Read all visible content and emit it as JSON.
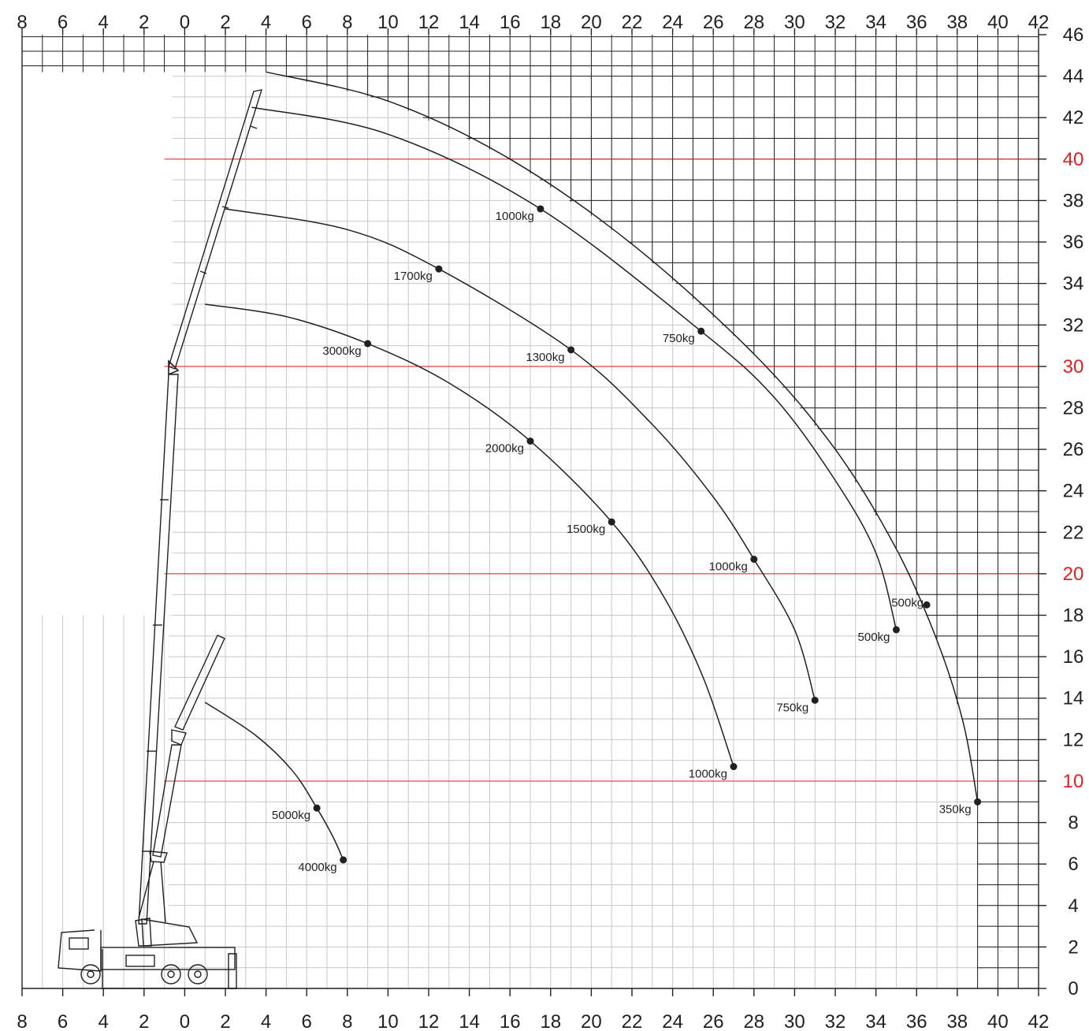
{
  "chart_data": {
    "type": "line",
    "title": "",
    "xlabel": "",
    "ylabel": "",
    "xlim": [
      -8,
      42
    ],
    "ylim": [
      0,
      46
    ],
    "x_ticks_top": [
      "8",
      "6",
      "4",
      "2",
      "0",
      "2",
      "4",
      "6",
      "8",
      "10",
      "12",
      "14",
      "16",
      "18",
      "20",
      "22",
      "24",
      "26",
      "28",
      "30",
      "32",
      "34",
      "36",
      "38",
      "40",
      "42"
    ],
    "x_ticks_bottom": [
      "8",
      "6",
      "4",
      "2",
      "0",
      "2",
      "4",
      "6",
      "8",
      "10",
      "12",
      "14",
      "16",
      "18",
      "20",
      "22",
      "24",
      "26",
      "28",
      "30",
      "32",
      "34",
      "36",
      "38",
      "40",
      "42"
    ],
    "y_ticks": [
      "0",
      "2",
      "4",
      "6",
      "8",
      "10",
      "12",
      "14",
      "16",
      "18",
      "20",
      "22",
      "24",
      "26",
      "28",
      "30",
      "32",
      "34",
      "36",
      "38",
      "40",
      "42",
      "44",
      "46"
    ],
    "highlight_heights": [
      10,
      20,
      30,
      40
    ],
    "highlight_color": "#e31e24",
    "grid": true,
    "series": [
      {
        "points": [
          [
            4.0,
            44.2
          ],
          [
            10.0,
            42.8
          ],
          [
            16.0,
            40.0
          ],
          [
            22.0,
            35.9
          ],
          [
            28.0,
            30.6
          ],
          [
            32.0,
            26.0
          ],
          [
            35.0,
            21.2
          ],
          [
            37.0,
            16.8
          ],
          [
            38.3,
            12.8
          ],
          [
            39.0,
            9.0
          ]
        ],
        "labels": [
          {
            "x": 39.0,
            "y": 9.0,
            "text": "350kg"
          }
        ]
      },
      {
        "points": [
          [
            3.3,
            42.5
          ],
          [
            10.0,
            41.2
          ],
          [
            17.5,
            37.6
          ],
          [
            25.4,
            31.7
          ],
          [
            29.0,
            28.5
          ],
          [
            32.0,
            24.5
          ],
          [
            34.0,
            21.0
          ],
          [
            35.0,
            17.3
          ]
        ],
        "labels": [
          {
            "x": 17.5,
            "y": 37.6,
            "text": "1000kg"
          },
          {
            "x": 25.4,
            "y": 31.7,
            "text": "750kg"
          },
          {
            "x": 35.0,
            "y": 17.3,
            "text": "500kg"
          }
        ]
      },
      {
        "points": [
          [
            2.0,
            37.6
          ],
          [
            8.0,
            36.6
          ],
          [
            12.5,
            34.7
          ],
          [
            19.0,
            30.8
          ],
          [
            23.0,
            27.2
          ],
          [
            26.0,
            23.7
          ],
          [
            28.0,
            20.7
          ],
          [
            30.0,
            17.3
          ],
          [
            31.0,
            13.9
          ]
        ],
        "labels": [
          {
            "x": 12.5,
            "y": 34.7,
            "text": "1700kg"
          },
          {
            "x": 19.0,
            "y": 30.8,
            "text": "1300kg"
          },
          {
            "x": 28.0,
            "y": 20.7,
            "text": "1000kg"
          },
          {
            "x": 31.0,
            "y": 13.9,
            "text": "750kg"
          }
        ]
      },
      {
        "points": [
          [
            1.0,
            33.0
          ],
          [
            5.0,
            32.4
          ],
          [
            9.0,
            31.1
          ],
          [
            13.0,
            29.2
          ],
          [
            17.0,
            26.4
          ],
          [
            21.0,
            22.5
          ],
          [
            23.5,
            19.0
          ],
          [
            25.5,
            15.0
          ],
          [
            27.0,
            10.7
          ]
        ],
        "labels": [
          {
            "x": 9.0,
            "y": 31.1,
            "text": "3000kg"
          },
          {
            "x": 17.0,
            "y": 26.4,
            "text": "2000kg"
          },
          {
            "x": 21.0,
            "y": 22.5,
            "text": "1500kg"
          },
          {
            "x": 27.0,
            "y": 10.7,
            "text": "1000kg"
          }
        ]
      },
      {
        "points": [
          [
            1.0,
            13.8
          ],
          [
            3.5,
            12.2
          ],
          [
            5.3,
            10.5
          ],
          [
            6.5,
            8.7
          ],
          [
            7.3,
            7.3
          ],
          [
            7.8,
            6.2
          ]
        ],
        "labels": [
          {
            "x": 6.5,
            "y": 8.7,
            "text": "5000kg"
          },
          {
            "x": 7.8,
            "y": 6.2,
            "text": "4000kg"
          }
        ]
      }
    ],
    "extra_labels": [
      {
        "x": 36.5,
        "y": 18.5,
        "text": "500kg"
      }
    ],
    "colors": {
      "line": "#231f20",
      "grid": "#c8c8c8",
      "dark_grid": "#231f20",
      "red": "#e31e24"
    }
  }
}
